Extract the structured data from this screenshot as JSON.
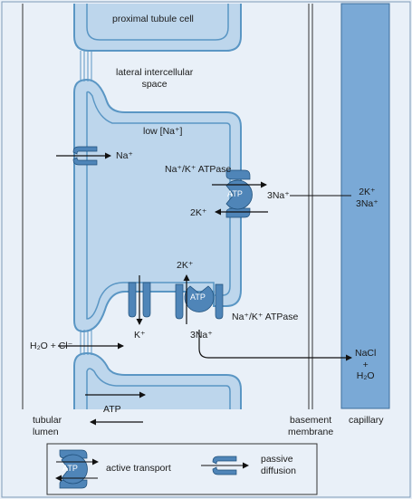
{
  "labels": {
    "proximal_tubule_cell": "proximal tubule cell",
    "lateral_space": "lateral intercellular\nspace",
    "low_na": "low [Na⁺]",
    "na_plus": "Na⁺",
    "atpase_upper": "Na⁺/K⁺ ATPase",
    "three_na_upper": "3Na⁺",
    "two_k_upper": "2K⁺",
    "capillary_ions": "2K⁺\n3Na⁺",
    "two_k_lower": "2K⁺",
    "atpase_lower": "Na⁺/K⁺ ATPase",
    "k_plus": "K⁺",
    "three_na_lower": "3Na⁺",
    "h2o_cl": "H₂O + Cl⁻",
    "nacl_h2o": "NaCl\n+\nH₂O",
    "atp_arrow": "ATP",
    "atp_pump": "ATP",
    "tubular_lumen": "tubular\nlumen",
    "basement_membrane": "basement\nmembrane",
    "capillary": "capillary"
  },
  "legend": {
    "active_transport": "active transport",
    "passive_diffusion": "passive\ndiffusion",
    "atp": "ATP"
  },
  "colors": {
    "background": "#e9f0f8",
    "cell_fill": "#bdd6ec",
    "membrane_stroke": "#5a96c4",
    "capillary_fill": "#7aa9d6",
    "channel_fill": "#4f85b8",
    "pump_fill": "#4f85b8"
  }
}
